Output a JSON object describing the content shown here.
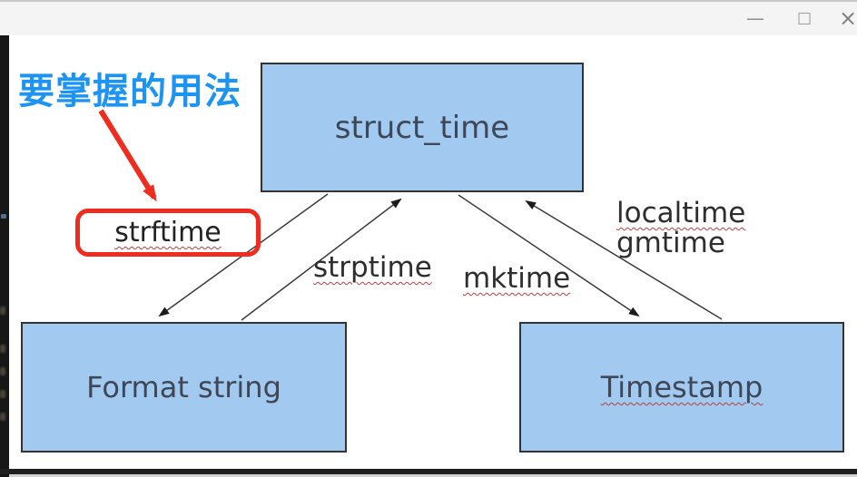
{
  "window": {
    "titlebar": {
      "minimize_icon": "—",
      "maximize_icon": "□",
      "close_icon": "×"
    }
  },
  "annotation": {
    "note": "要掌握的用法",
    "highlighted_term": "strftime"
  },
  "diagram": {
    "nodes": {
      "struct_time": {
        "label": "struct_time"
      },
      "format_string": {
        "label": "Format string"
      },
      "timestamp": {
        "label": "Timestamp"
      }
    },
    "edges": {
      "strftime": {
        "label": "strftime",
        "from": "struct_time",
        "to": "Format string"
      },
      "strptime": {
        "label": "strptime",
        "from": "Format string",
        "to": "struct_time"
      },
      "mktime": {
        "label": "mktime",
        "from": "struct_time",
        "to": "Timestamp"
      },
      "localtime_gmtime": {
        "label_line1": "localtime",
        "label_line2": "gmtime",
        "from": "Timestamp",
        "to": "struct_time"
      }
    }
  },
  "colors": {
    "node_fill": "#a2c9f0",
    "node_border": "#333333",
    "node_text": "#3d4757",
    "edge_line": "#3c3c3c",
    "highlight_red": "#f02b20",
    "note_blue": "#1d93f2",
    "squiggle_red": "#b5413c",
    "titlebar_bg": "#f4f4f4",
    "side_strip": "#171717"
  }
}
